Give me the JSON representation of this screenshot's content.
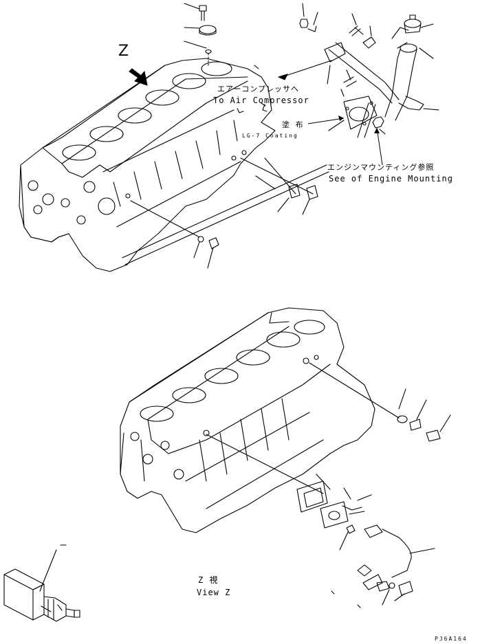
{
  "view_marker": "Z",
  "callouts": {
    "air_compressor_jp": "エアーコンプレッサへ",
    "air_compressor_en": "To Air Compressor",
    "coating_jp": "塗 布",
    "coating_en": "LG-7 Coating",
    "engine_mounting_jp": "エンジンマウンティング参照",
    "engine_mounting_en": "See of Engine Mounting",
    "view_jp": "Z 視",
    "view_en": "View Z"
  },
  "drawing_code": "PJ6A164",
  "colors": {
    "ink": "#000000",
    "paper": "#ffffff"
  }
}
